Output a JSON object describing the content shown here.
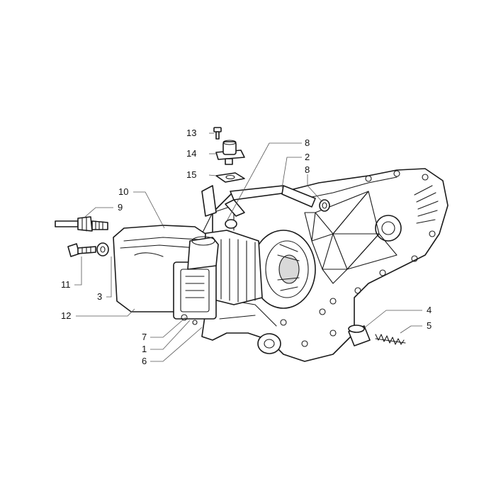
{
  "diagram": {
    "callouts": {
      "c13": "13",
      "c14": "14",
      "c15": "15",
      "c8a": "8",
      "c2": "2",
      "c8b": "8",
      "c10": "10",
      "c9": "9",
      "c11": "11",
      "c3": "3",
      "c12": "12",
      "c7": "7",
      "c1": "1",
      "c6": "6",
      "c4": "4",
      "c5": "5"
    }
  }
}
